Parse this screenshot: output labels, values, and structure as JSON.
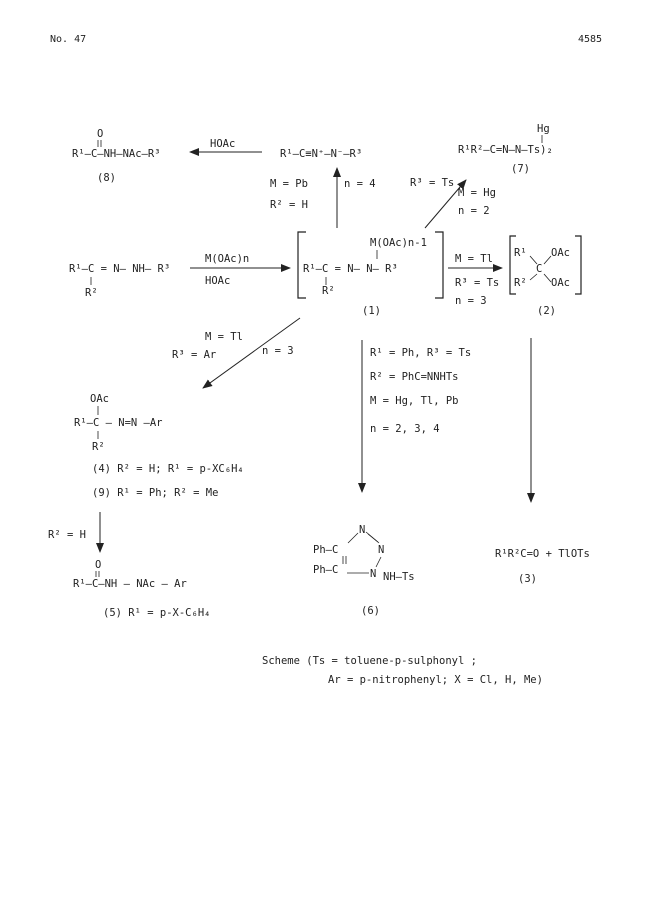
{
  "header": {
    "journal_issue": "No. 47",
    "page_number": "4585"
  },
  "starting_material": {
    "main": "R¹–C = N– NH– R³",
    "substituent": "R²"
  },
  "reagents": {
    "above": "M(OAc)n",
    "below": "HOAc"
  },
  "intermediate_1": {
    "main": "R¹–C = N– N– R³",
    "metal_group": "M(OAc)n-1",
    "substituent": "R²",
    "label": "(1)"
  },
  "compound_8": {
    "formula": "R¹–C–NH–NAc–R³",
    "carbonyl": "O",
    "label": "(8)"
  },
  "nitrilimine": {
    "formula": "R¹–C≡N⁺–N⁻–R³"
  },
  "arrow_HOAc": {
    "label": "HOAc"
  },
  "pb_path": {
    "cond1": "M = Pb",
    "cond2": "R² = H",
    "n_label": "n = 4"
  },
  "hg_path": {
    "cond_r3": "R³ = Ts",
    "cond_m": "M = Hg",
    "cond_n": "n = 2"
  },
  "compound_7": {
    "formula": "R¹R²–C=N–N–Ts)₂",
    "top": "Hg",
    "label": "(7)"
  },
  "tl_ts_path": {
    "m": "M = Tl",
    "r3": "R³ = Ts",
    "n": "n = 3"
  },
  "compound_2": {
    "r1": "R¹",
    "r2": "R²",
    "c": "C",
    "oac1": "OAc",
    "oac2": "OAc",
    "label": "(2)"
  },
  "tl_ar_path": {
    "m": "M = Tl",
    "r3": "R³ = Ar",
    "n": "n = 3"
  },
  "compound_4_9": {
    "oac": "OAc",
    "main": "R¹–C – N=N –Ar",
    "r2": "R²",
    "line4": "(4) R² = H; R¹ = p-XC₆H₄",
    "line9": "(9) R¹ = Ph; R² = Me"
  },
  "r2h_label": "R² = H",
  "compound_5": {
    "carbonyl": "O",
    "formula": "R¹–C–NH – NAc – Ar",
    "line": "(5) R¹ = p-X-C₆H₄"
  },
  "center_conditions": {
    "l1": "R¹ = Ph, R³ = Ts",
    "l2": "R² = PhC=NNHTs",
    "l3": "M = Hg, Tl, Pb",
    "l4": "n = 2,  3,  4"
  },
  "compound_6": {
    "ph1": "Ph–C",
    "ph2": "Ph–C",
    "n1": "N",
    "n2": "N",
    "n3": "N",
    "sub": "NH–Ts",
    "label": "(6)"
  },
  "compound_3": {
    "formula": "R¹R²C=O + TlOTs",
    "label": "(3)"
  },
  "footnote": {
    "line1": "Scheme  (Ts = toluene-p-sulphonyl ;",
    "line2": "Ar = p-nitrophenyl;  X = Cl, H, Me)"
  }
}
